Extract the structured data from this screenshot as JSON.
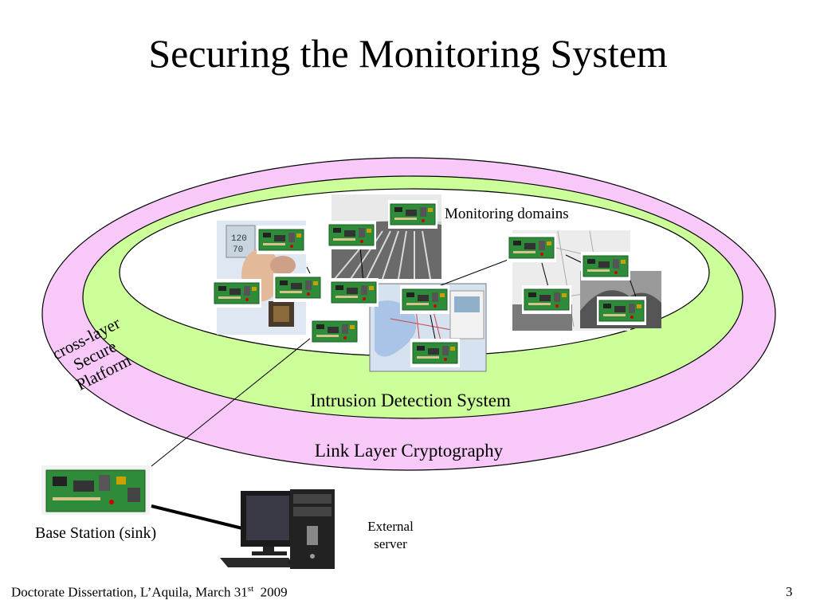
{
  "slide": {
    "title": "Securing the Monitoring System",
    "labels": {
      "monitoring_domains": "Monitoring domains",
      "intrusion_detection": "Intrusion Detection System",
      "link_layer": "Link Layer Cryptography",
      "platform_line1": "cross-layer",
      "platform_line2": "Secure",
      "platform_line3": "Platform",
      "base_station": "Base Station (sink)",
      "external_line1": "External",
      "external_line2": "server"
    },
    "colors": {
      "outer_ring": "#f8c8f8",
      "middle_ring": "#ccff99",
      "inner": "#ffffff",
      "board": "#2e8b3a"
    },
    "footer": {
      "text": "Doctorate Dissertation, L’Aquila, March 31",
      "superscript": "st",
      "year": "2009",
      "page_number": "3"
    }
  }
}
